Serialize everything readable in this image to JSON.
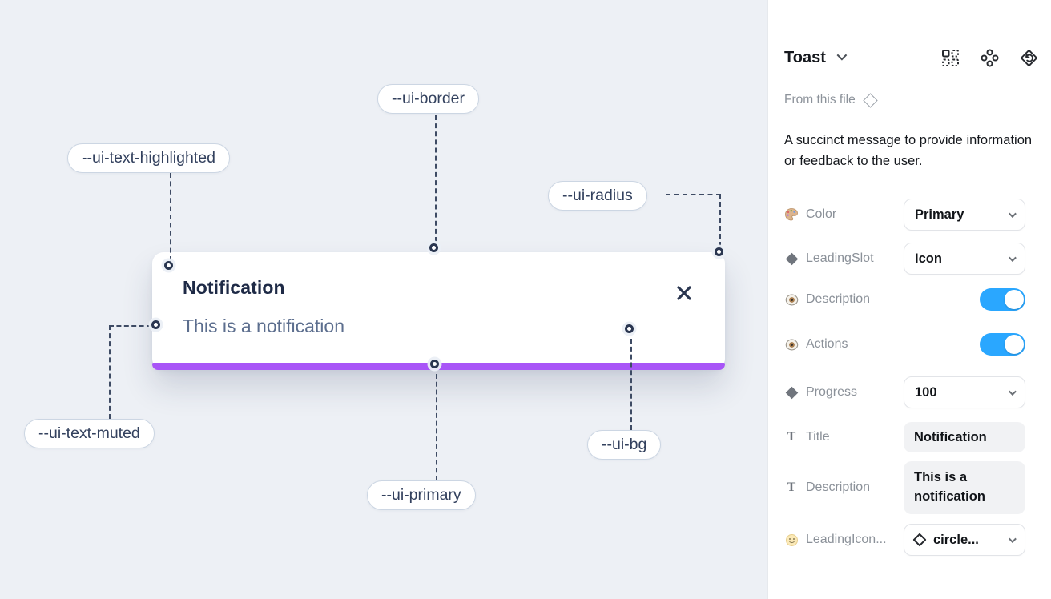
{
  "canvas": {
    "toast": {
      "title": "Notification",
      "description": "This is a notification"
    },
    "labels": {
      "border": "--ui-border",
      "text_highlighted": "--ui-text-highlighted",
      "radius": "--ui-radius",
      "text_muted": "--ui-text-muted",
      "primary": "--ui-primary",
      "bg": "--ui-bg"
    },
    "colors": {
      "primary_bar": "#a855f7",
      "canvas_bg": "#edf0f5"
    }
  },
  "panel": {
    "title": "Toast",
    "source_label": "From this file",
    "description": "A succinct message to provide information or feedback to the user.",
    "header_icons": [
      "component-grid-icon",
      "variants-icon",
      "reset-component-icon"
    ],
    "toggle_color": "#2aa7ff",
    "rows": [
      {
        "icon": "palette-icon",
        "label": "Color",
        "type": "select",
        "value": "Primary"
      },
      {
        "icon": "diamond-icon",
        "label": "LeadingSlot",
        "type": "select",
        "value": "Icon"
      },
      {
        "icon": "eye-icon",
        "label": "Description",
        "type": "toggle",
        "value": "on"
      },
      {
        "icon": "eye-icon",
        "label": "Actions",
        "type": "toggle",
        "value": "on"
      },
      {
        "icon": "diamond-icon",
        "label": "Progress",
        "type": "select",
        "value": "100"
      },
      {
        "icon": "text-icon",
        "label": "Title",
        "type": "text",
        "value": "Notification"
      },
      {
        "icon": "text-icon",
        "label": "Description",
        "type": "textarea",
        "value": "This is a notification"
      },
      {
        "icon": "smiley-icon",
        "label": "LeadingIcon...",
        "type": "select-icon",
        "value": "circle..."
      }
    ]
  }
}
